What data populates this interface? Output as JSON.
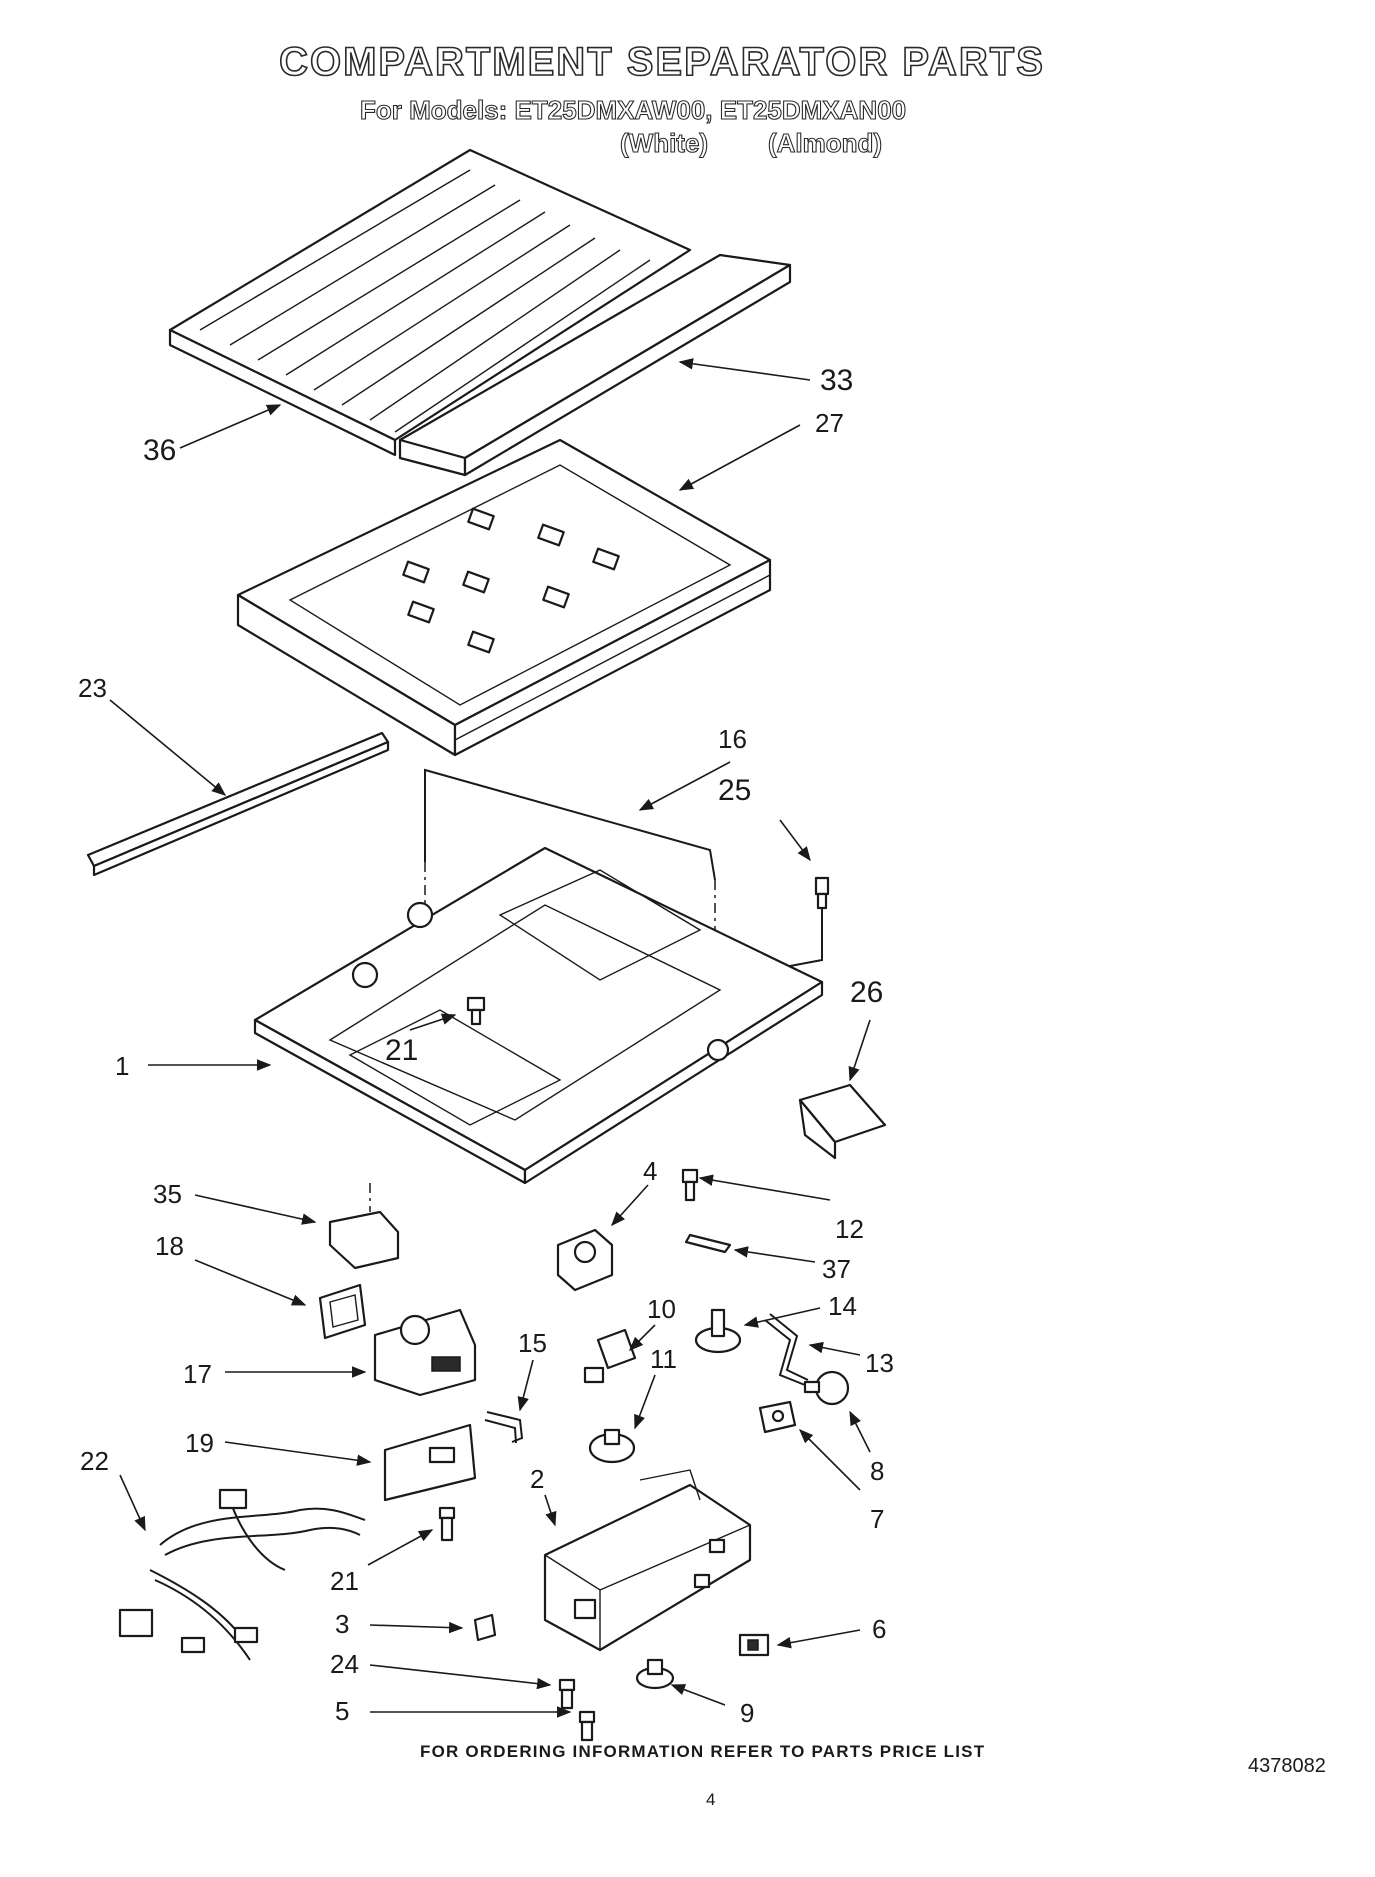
{
  "header": {
    "title": "COMPARTMENT SEPARATOR PARTS",
    "models_line": "For Models: ET25DMXAW00, ET25DMXAN00",
    "color_white": "(White)",
    "color_almond": "(Almond)"
  },
  "callouts": [
    "36",
    "33",
    "27",
    "23",
    "16",
    "25",
    "26",
    "21",
    "1",
    "35",
    "4",
    "12",
    "37",
    "18",
    "10",
    "14",
    "15",
    "11",
    "13",
    "17",
    "8",
    "19",
    "2",
    "7",
    "22",
    "21",
    "3",
    "6",
    "24",
    "9",
    "5"
  ],
  "footer": {
    "ordering_note": "FOR ORDERING INFORMATION REFER TO PARTS PRICE LIST",
    "page_number": "4",
    "document_number": "4378082"
  }
}
